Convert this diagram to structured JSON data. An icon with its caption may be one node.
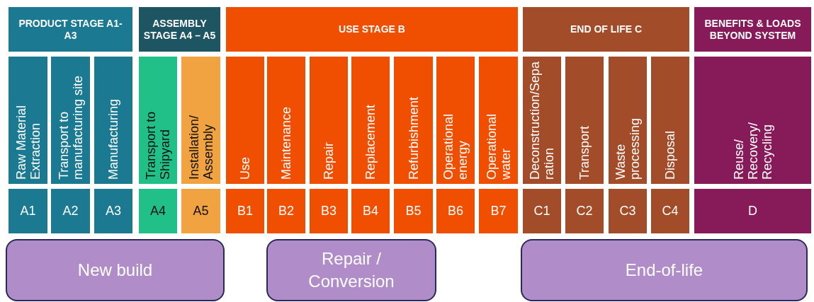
{
  "diagram": {
    "nodes": [
      {
        "text": [
          "PRODUCT STAGE A1-A3"
        ]
      },
      {
        "text": [
          "ASSEMBLY STAGE A4 – A5"
        ]
      },
      {
        "text": [
          "USE STAGE B"
        ]
      },
      {
        "text": [
          "END OF LIFE C"
        ]
      },
      {
        "text": [
          "BENEFITS & LOADS BEYOND SYSTEM"
        ]
      },
      {
        "text": [
          "Raw Material Extraction"
        ]
      },
      {
        "text": [
          "Transport to manufacturing site"
        ]
      },
      {
        "text": [
          "Manufacturing"
        ]
      },
      {
        "text": [
          "Transport to Shipyard"
        ]
      },
      {
        "text": [
          "Installation/ Assembly"
        ]
      },
      {
        "text": [
          "Use"
        ]
      },
      {
        "text": [
          "Maintenance"
        ]
      },
      {
        "text": [
          "Repair"
        ]
      },
      {
        "text": [
          "Replacement"
        ]
      },
      {
        "text": [
          "Refurbishment"
        ]
      },
      {
        "text": [
          "Operational energy"
        ]
      },
      {
        "text": [
          "Operational water"
        ]
      },
      {
        "text": [
          "Deconstruction/Separation"
        ]
      },
      {
        "text": [
          "Transport"
        ]
      },
      {
        "text": [
          "Waste processing"
        ]
      },
      {
        "text": [
          "Disposal"
        ]
      },
      {
        "text": [
          "Reuse/ Recovery/ Recycling"
        ]
      },
      {
        "text": [
          "A1"
        ]
      },
      {
        "text": [
          "A2"
        ]
      },
      {
        "text": [
          "A3"
        ]
      },
      {
        "text": [
          "A4"
        ]
      },
      {
        "text": [
          "A5"
        ]
      },
      {
        "text": [
          "B1"
        ]
      },
      {
        "text": [
          "B2"
        ]
      },
      {
        "text": [
          "B3"
        ]
      },
      {
        "text": [
          "B4"
        ]
      },
      {
        "text": [
          "B5"
        ]
      },
      {
        "text": [
          "B6"
        ]
      },
      {
        "text": [
          "B7"
        ]
      },
      {
        "text": [
          "C1"
        ]
      },
      {
        "text": [
          "C2"
        ]
      },
      {
        "text": [
          "C3"
        ]
      },
      {
        "text": [
          "C4"
        ]
      },
      {
        "text": [
          "D"
        ]
      },
      {
        "text": [
          "New build"
        ]
      },
      {
        "text": [
          "Repair / Conversion"
        ]
      },
      {
        "text": [
          "End-of-life"
        ]
      }
    ]
  }
}
